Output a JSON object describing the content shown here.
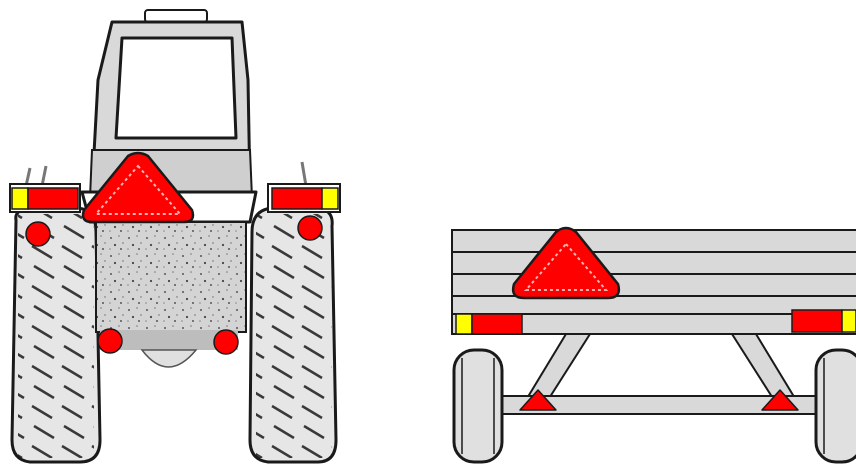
{
  "colors": {
    "body_gray": "#d9d9d9",
    "light_gray": "#e6e6e6",
    "dark_gray": "#9a9a9a",
    "outline": "#1a1a1a",
    "reflector_red": "#ff0000",
    "amber_lamp": "#ffff00",
    "background": "#ffffff"
  },
  "figures": [
    {
      "name": "tractor-rear-view",
      "parts": [
        "cab",
        "slow-moving-vehicle-emblem",
        "left-lamp-cluster",
        "right-lamp-cluster",
        "left-rear-tire",
        "right-rear-tire",
        "round-red-reflectors"
      ]
    },
    {
      "name": "trailer-rear-view",
      "parts": [
        "flatbed-rails",
        "slow-moving-vehicle-emblem",
        "left-lamp-cluster",
        "right-lamp-cluster",
        "axle-frame",
        "triangular-reflectors",
        "wheels"
      ]
    }
  ]
}
